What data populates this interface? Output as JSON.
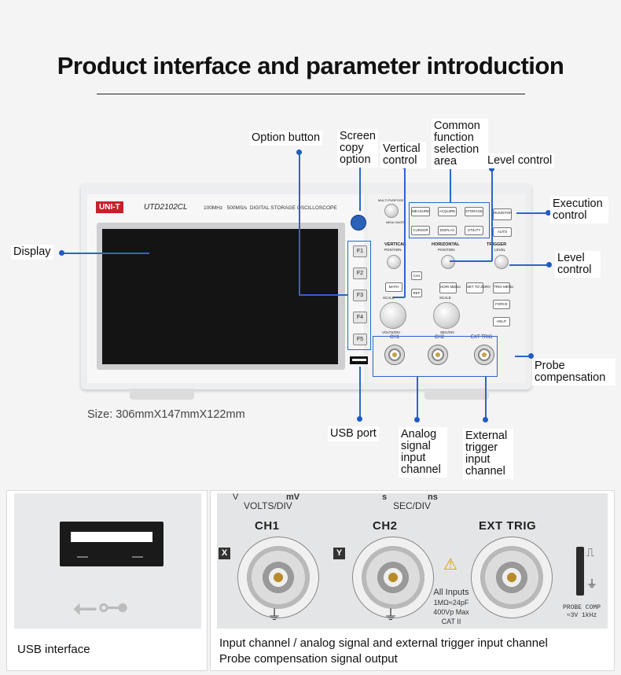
{
  "title": "Product interface and parameter introduction",
  "callouts": {
    "option_button": "Option button",
    "screen_copy": "Screen copy option",
    "vertical_control": "Vertical control",
    "common_function": "Common function selection area",
    "level_control_top": "Level control",
    "execution_control": "Execution control",
    "level_control_right": "Level control",
    "display": "Display",
    "probe_compensation": "Probe compensation",
    "usb_port": "USB port",
    "analog_input": "Analog signal input channel",
    "external_trigger": "External trigger input channel"
  },
  "device": {
    "brand": "UNI-T",
    "model": "UTD2102CL",
    "bandwidth": "100MHz",
    "sample_rate": "500MS/s",
    "description": "DIGITAL STORAGE OSCILLOSCOPE",
    "softkeys": [
      "F1",
      "F2",
      "F3",
      "F4",
      "F5"
    ],
    "function_keys": [
      "MEASURE",
      "ACQUIRE",
      "STORAGE",
      "CURSOR",
      "DISPLAY",
      "UTILITY"
    ],
    "exec_keys": [
      "RUN/STOP",
      "AUTO"
    ],
    "sections": [
      "VERTICAL",
      "HORIZONTAL",
      "TRIGGER"
    ],
    "labels": {
      "position": "POSITION",
      "scale": "SCALE",
      "level": "LEVEL",
      "math": "MATH",
      "ref": "REF",
      "ch1_key": "CH1",
      "hori_menu": "HORI MENU",
      "set_zero": "SET TO ZERO",
      "trig_menu": "TRIG MENU",
      "force": "FORCE",
      "help": "HELP",
      "volts_div": "VOLTS/DIV",
      "sec_div": "SEC/DIV",
      "multi_purpose": "MULTI PURPOSE",
      "menu_on_off": "MENU ON/OFF",
      "ch1": "CH1",
      "ch2": "CH2",
      "ext_trig": "EXT TRIG"
    }
  },
  "size_text": "Size: 306mmX147mmX122mm",
  "bottom": {
    "left_caption": "USB interface",
    "right_caption_line1": "Input channel / analog signal and external trigger input channel",
    "right_caption_line2": "Probe compensation signal output",
    "volts_div": "VOLTS/DIV",
    "sec_div": "SEC/DIV",
    "ch1": "CH1",
    "ch2": "CH2",
    "ext_trig": "EXT TRIG",
    "x_mark": "X",
    "y_mark": "Y",
    "all_inputs": "All Inputs",
    "impedance": "1MΩ≈24pF",
    "max_voltage": "400Vp Max",
    "category": "CAT II",
    "probe_comp": "PROBE COMP",
    "probe_comp_spec": "≈3V 1kHz",
    "v_unit": "V",
    "mv_unit": "mV",
    "s_unit": "s",
    "ns_unit": "ns"
  },
  "colors": {
    "accent": "#2a66c9",
    "brand": "#c8202a"
  },
  "icons": [
    "usb-icon",
    "warning-icon",
    "ground-icon",
    "square-wave-icon"
  ]
}
